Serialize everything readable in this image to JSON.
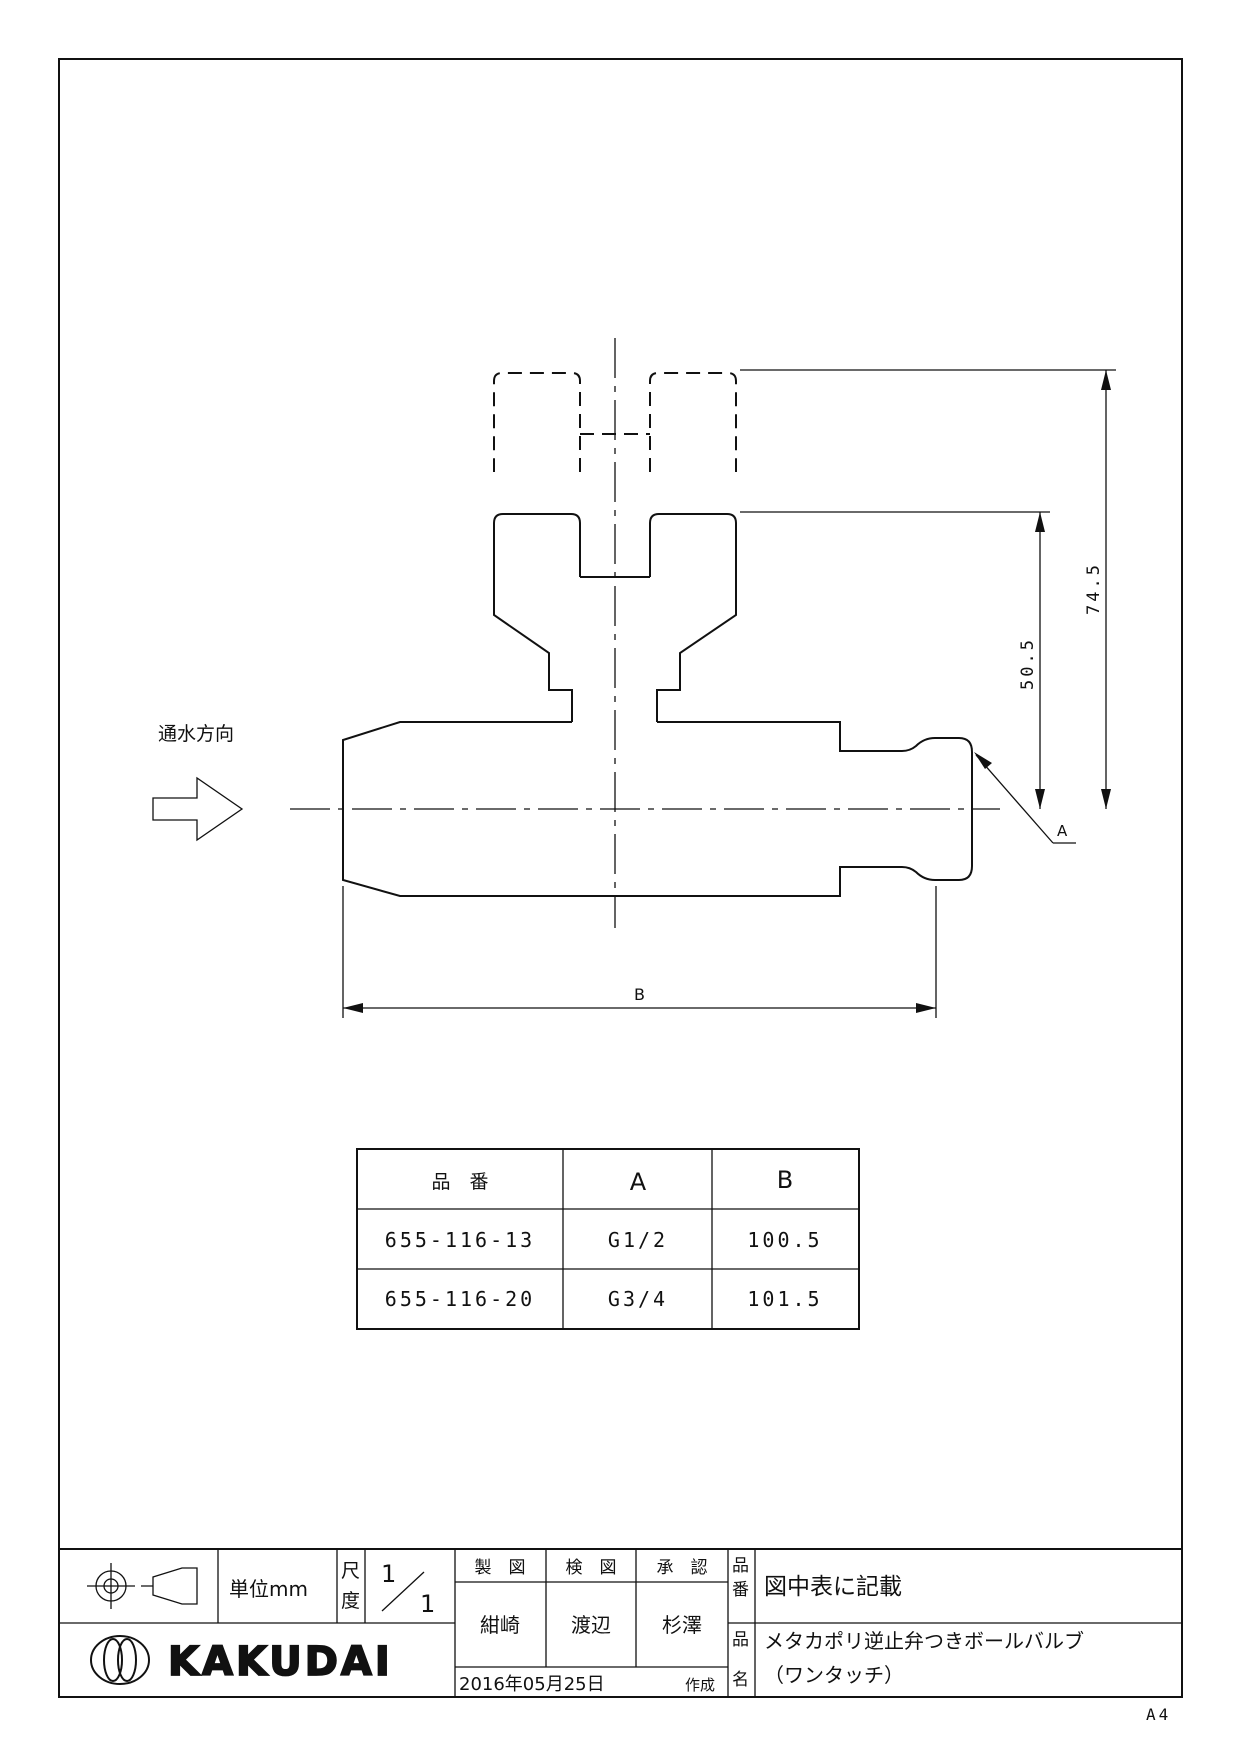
{
  "flow_label": "通水方向",
  "dimensions": {
    "a_label": "A",
    "b_label": "B",
    "dim_50": "50.5",
    "dim_74": "74.5"
  },
  "spec_table": {
    "headers": [
      "品　番",
      "A",
      "B"
    ],
    "rows": [
      [
        "655-116-13",
        "G1/2",
        "100.5"
      ],
      [
        "655-116-20",
        "G3/4",
        "101.5"
      ]
    ]
  },
  "title_block": {
    "unit_label": "単位mm",
    "scale_label_1": "尺",
    "scale_label_2": "度",
    "scale_num": "1",
    "scale_den": "1",
    "drawn_label": "製　図",
    "checked_label": "検　図",
    "approved_label": "承　認",
    "drawn_by": "紺崎",
    "checked_by": "渡辺",
    "approved_by": "杉澤",
    "date_text": "2016年05月25日",
    "created_label": "作成",
    "part_no_label_1": "品",
    "part_no_label_2": "番",
    "part_no": "図中表に記載",
    "part_name_label_1": "品",
    "part_name_label_2": "名",
    "part_name_1": "メタカポリ逆止弁つきボールバルブ",
    "part_name_2": "（ワンタッチ）",
    "brand": "KAKUDAI",
    "paper_size": "A4"
  }
}
